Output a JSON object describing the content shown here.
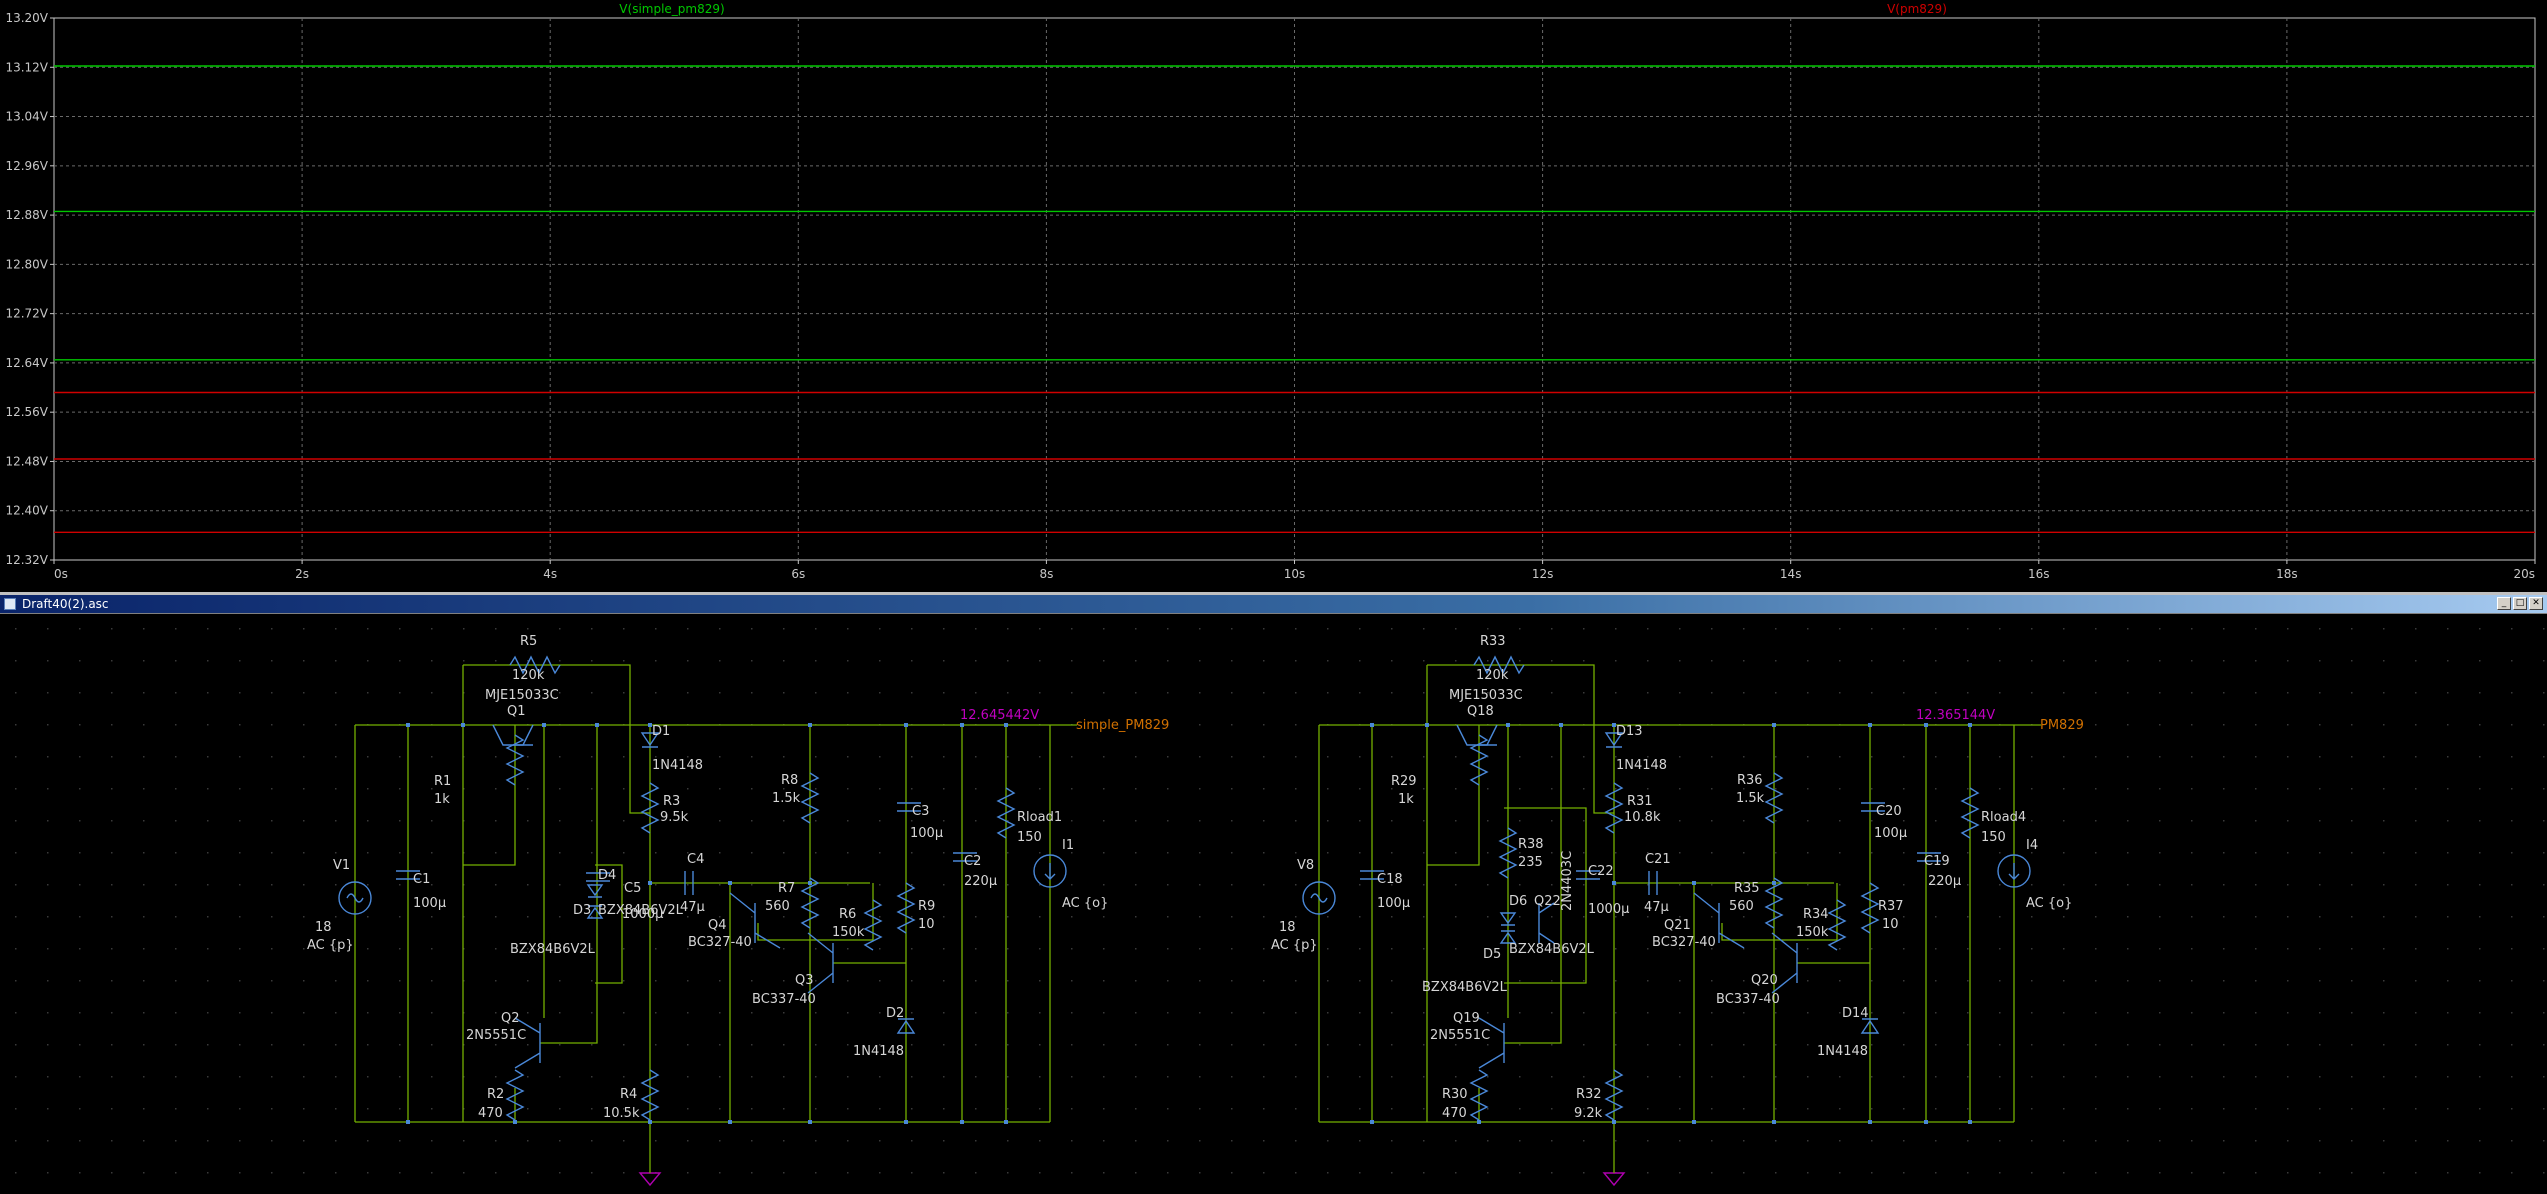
{
  "plot": {
    "trace_labels": [
      "V(simple_pm829)",
      "V(pm829)"
    ],
    "trace_colors": {
      "green": "#00c800",
      "red": "#d00000"
    },
    "y_ticks": [
      "13.20V",
      "13.12V",
      "13.04V",
      "12.96V",
      "12.88V",
      "12.80V",
      "12.72V",
      "12.64V",
      "12.56V",
      "12.48V",
      "12.40V",
      "12.32V"
    ],
    "x_ticks": [
      "0s",
      "2s",
      "4s",
      "6s",
      "8s",
      "10s",
      "12s",
      "14s",
      "16s",
      "18s",
      "20s"
    ]
  },
  "chart_data": {
    "type": "line",
    "xlabel": "",
    "ylabel": "",
    "xlim": [
      0,
      20
    ],
    "ylim": [
      12.32,
      13.2
    ],
    "grid": true,
    "series": [
      {
        "name": "V(simple_pm829)",
        "color": "#00c800",
        "segments": [
          {
            "x": [
              0,
              20
            ],
            "y": [
              13.122,
              13.122
            ]
          },
          {
            "x": [
              0,
              20
            ],
            "y": [
              12.886,
              12.886
            ]
          },
          {
            "x": [
              0,
              20
            ],
            "y": [
              12.645,
              12.645
            ]
          }
        ]
      },
      {
        "name": "V(pm829)",
        "color": "#d00000",
        "segments": [
          {
            "x": [
              0,
              20
            ],
            "y": [
              12.592,
              12.592
            ]
          },
          {
            "x": [
              0,
              20
            ],
            "y": [
              12.484,
              12.484
            ]
          },
          {
            "x": [
              0,
              20
            ],
            "y": [
              12.365,
              12.365
            ]
          }
        ]
      }
    ]
  },
  "schematic_window": {
    "title": "Draft40(2).asc",
    "buttons": {
      "minimize": "_",
      "maximize": "□",
      "close": "✕"
    }
  },
  "schematic": {
    "left": {
      "R5": "R5",
      "R5v": "120k",
      "Q1t": "MJE15033C",
      "Q1": "Q1",
      "R1": "R1",
      "R1v": "1k",
      "D1": "D1",
      "D1t": "1N4148",
      "V1": "V1",
      "V1v": "18",
      "V1ac": "AC {p}",
      "C1": "C1",
      "C1v": "100µ",
      "D4": "D4",
      "D3": "D3",
      "Dzt": "BZX84B6V2L",
      "C5": "C5",
      "C5v": "1000µ",
      "D3t": "BZX84B6V2L",
      "R3": "R3",
      "R3v": "9.5k",
      "C4": "C4",
      "C4v": "47µ",
      "R8": "R8",
      "R8v": "1.5k",
      "R7": "R7",
      "R7v": "560",
      "Q4": "Q4",
      "Q4t": "BC327-40",
      "R6": "R6",
      "R6v": "150k",
      "Q3": "Q3",
      "Q3t": "BC337-40",
      "C3": "C3",
      "C3v": "100µ",
      "R9": "R9",
      "R9v": "10",
      "D2": "D2",
      "D2t": "1N4148",
      "C2": "C2",
      "C2v": "220µ",
      "Rl": "Rload1",
      "Rlv": "150",
      "I1": "I1",
      "I1ac": "AC {o}",
      "Q2": "Q2",
      "Q2t": "2N5551C",
      "R2": "R2",
      "R2v": "470",
      "R4": "R4",
      "R4v": "10.5k",
      "volt": "12.645442V",
      "net": "simple_PM829"
    },
    "right": {
      "R33": "R33",
      "R33v": "120k",
      "Q18t": "MJE15033C",
      "Q18": "Q18",
      "R29": "R29",
      "R29v": "1k",
      "D13": "D13",
      "D13t": "1N4148",
      "V8": "V8",
      "V8v": "18",
      "V8ac": "AC {p}",
      "C18": "C18",
      "C18v": "100µ",
      "R38": "R38",
      "R38v": "235",
      "D6": "D6",
      "Q22": "Q22",
      "Q22t": "2N4403C",
      "D5": "D5",
      "D5t": "BZX84B6V2L",
      "D6t": "BZX84B6V2L",
      "C22": "C22",
      "C22v": "1000µ",
      "R31": "R31",
      "R31v": "10.8k",
      "C21": "C21",
      "C21v": "47µ",
      "R36": "R36",
      "R36v": "1.5k",
      "R35": "R35",
      "R35v": "560",
      "Q21": "Q21",
      "Q21t": "BC327-40",
      "R34": "R34",
      "R34v": "150k",
      "Q20": "Q20",
      "Q20t": "BC337-40",
      "C20": "C20",
      "C20v": "100µ",
      "R37": "R37",
      "R37v": "10",
      "D14": "D14",
      "D14t": "1N4148",
      "C19": "C19",
      "C19v": "220µ",
      "Rl": "Rload4",
      "Rlv": "150",
      "I4": "I4",
      "I4ac": "AC {o}",
      "Q19": "Q19",
      "Q19t": "2N5551C",
      "R30": "R30",
      "R30v": "470",
      "R32": "R32",
      "R32v": "9.2k",
      "volt": "12.365144V",
      "net": "PM829"
    }
  }
}
